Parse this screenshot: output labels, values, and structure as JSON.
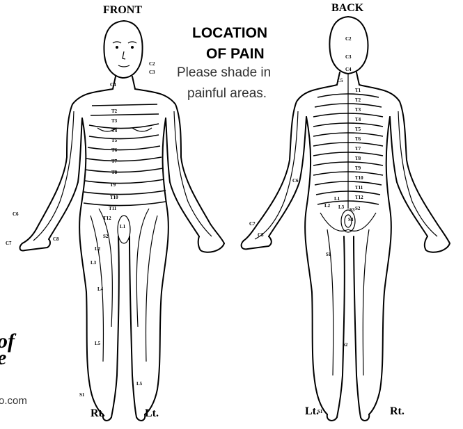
{
  "headings": {
    "front": "FRONT",
    "back": "BACK"
  },
  "pain_box": {
    "title_line1": "LOCATION",
    "title_line2": "OF PAIN",
    "instruction_line1": "Please shade in",
    "instruction_line2": "painful areas."
  },
  "logo": {
    "line1": "of",
    "line2": "e",
    "url_fragment": "o.com"
  },
  "side_labels": {
    "front_right": "Rt.",
    "front_left": "Lt.",
    "back_left": "Lt.",
    "back_right": "Rt."
  },
  "dermatome_labels": {
    "front": [
      "C2",
      "C3",
      "C4",
      "T2",
      "T3",
      "T4",
      "T5",
      "T6",
      "T7",
      "T8",
      "T9",
      "T10",
      "T11",
      "T12",
      "L1",
      "S2",
      "L2",
      "L3",
      "L4",
      "L5",
      "S1",
      "C6",
      "C7",
      "C8",
      "L5"
    ],
    "back": [
      "C2",
      "C3",
      "C4",
      "C5",
      "T1",
      "T2",
      "T3",
      "T4",
      "T5",
      "T6",
      "T7",
      "T8",
      "T9",
      "T10",
      "T11",
      "T12",
      "L1",
      "L2",
      "L3",
      "S2",
      "S1",
      "S2",
      "C6",
      "C7",
      "C8",
      "S3",
      "S4",
      "S1"
    ]
  }
}
